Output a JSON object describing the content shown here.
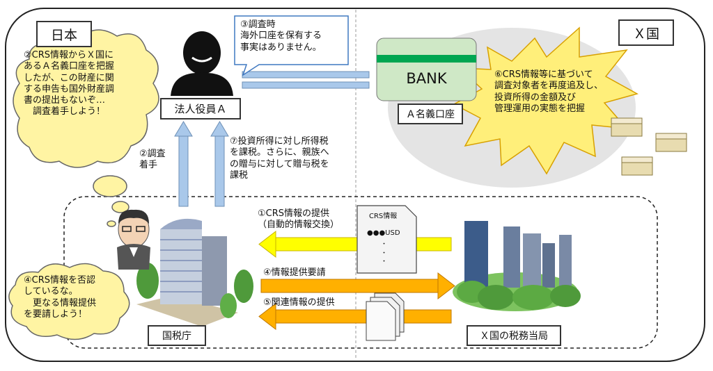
{
  "countries": {
    "japan": "日本",
    "x_country": "Ｘ国"
  },
  "step3_note": "③調査時\n海外口座を保有する\n事実はありません。",
  "officer_label": "法人役員Ａ",
  "bank": {
    "name": "BANK",
    "label": "Ａ名義口座"
  },
  "step6_note": "⑥CRS情報等に基づいて\n調査対象者を再度追及し、\n投資所得の金額及び\n管理運用の実態を把握",
  "thought_top": "②CRS情報からＸ国に\nあるＡ名義口座を把握\nしたが、この財産に関\nする申告も国外財産調\n書の提出もないぞ…\n　調査着手しよう！",
  "step2_label": "②調査\n着手",
  "step7_label": "⑦投資所得に対し所得税\nを課税。さらに、親族へ\nの贈与に対して贈与税を\n課税",
  "step1_label": "①CRS情報の提供\n（自動的情報交換）",
  "crs_doc": {
    "title": "CRS情報",
    "amount": "●●●USD",
    "dots": "・\n・\n・"
  },
  "step4_label": "④情報提供要請",
  "step5_label": "⑤関連情報の提供",
  "thought_bottom": "④CRS情報を否認\nしているな。\n　更なる情報提供\nを要請しよう！",
  "nta_label": "国税庁",
  "x_tax_label": "Ｘ国の税務当局",
  "colors": {
    "thought_fill": "#fff4a3",
    "explosion_fill": "#ffef7a",
    "arrow_blue": "#a9c8ea",
    "arrow_yellow": "#ffff00",
    "arrow_orange": "#ffb000",
    "bank_green": "#00a651",
    "bank_body": "#cfe8c6"
  }
}
